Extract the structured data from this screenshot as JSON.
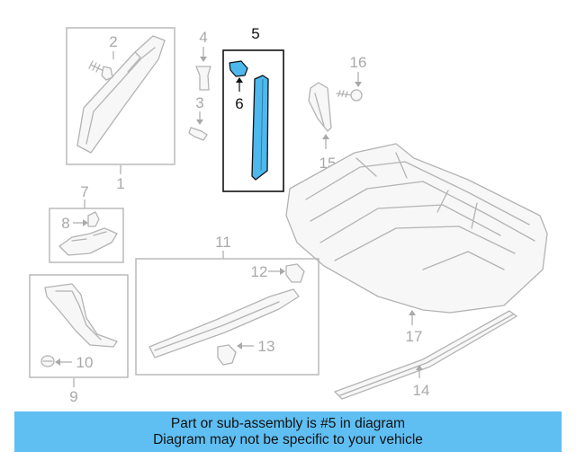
{
  "callouts": {
    "c1": "1",
    "c2": "2",
    "c3": "3",
    "c4": "4",
    "c5": "5",
    "c6": "6",
    "c7": "7",
    "c8": "8",
    "c9": "9",
    "c10": "10",
    "c11": "11",
    "c12": "12",
    "c13": "13",
    "c14": "14",
    "c15": "15",
    "c16": "16",
    "c17": "17"
  },
  "highlight": {
    "part_number": "5",
    "color": "#4db8ec",
    "outline": "#111111"
  },
  "banner": {
    "line1": "Part or sub-assembly is #5 in diagram",
    "line2": "Diagram may not be specific to your vehicle",
    "background": "#5fbff2"
  }
}
